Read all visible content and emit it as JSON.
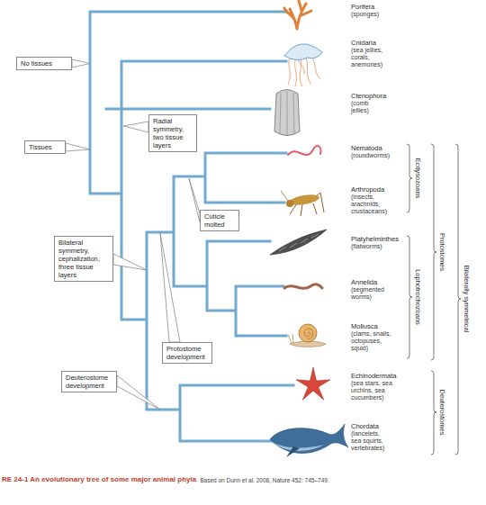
{
  "diagram": {
    "caption": "RE 24-1 An evolutionary tree of some major animal phyla",
    "nodes": [
      {
        "text": [
          "No tissues"
        ]
      },
      {
        "text": [
          "Radial symmetry, two tissue layers"
        ]
      },
      {
        "text": [
          "Tissues"
        ]
      },
      {
        "text": [
          "Cuticle molted"
        ]
      },
      {
        "text": [
          "Bilateral symmetry, cephalization, three tissue layers"
        ]
      },
      {
        "text": [
          "Protostome development"
        ]
      },
      {
        "text": [
          "Deuterostome development"
        ]
      }
    ],
    "labels": [
      "Porifera",
      "(sponges)",
      "Cnidaria",
      "(sea jellies, corals, anemones)",
      "Ctenophora",
      "(comb jellies)",
      "Nematoda",
      "(roundworms)",
      "Arthropoda",
      "(insects, arachnids, crustaceans)",
      "Platyhelminthes",
      "(flatworms)",
      "Annelida",
      "(segmented worms)",
      "Mollusca",
      "(clams, snails, octopuses, squid)",
      "Echinodermata",
      "(sea stars, sea urchins, sea cucumbers)",
      "Chordata",
      "(lancelets, sea squirts, vertebrates)",
      "Ecdysozoans",
      "Lophotrochozoans",
      "Protostomes",
      "Deuterostomes",
      "Bilaterally symmetrical",
      "Based on Dunn et al. 2008, Nature 452: 745–749."
    ]
  }
}
